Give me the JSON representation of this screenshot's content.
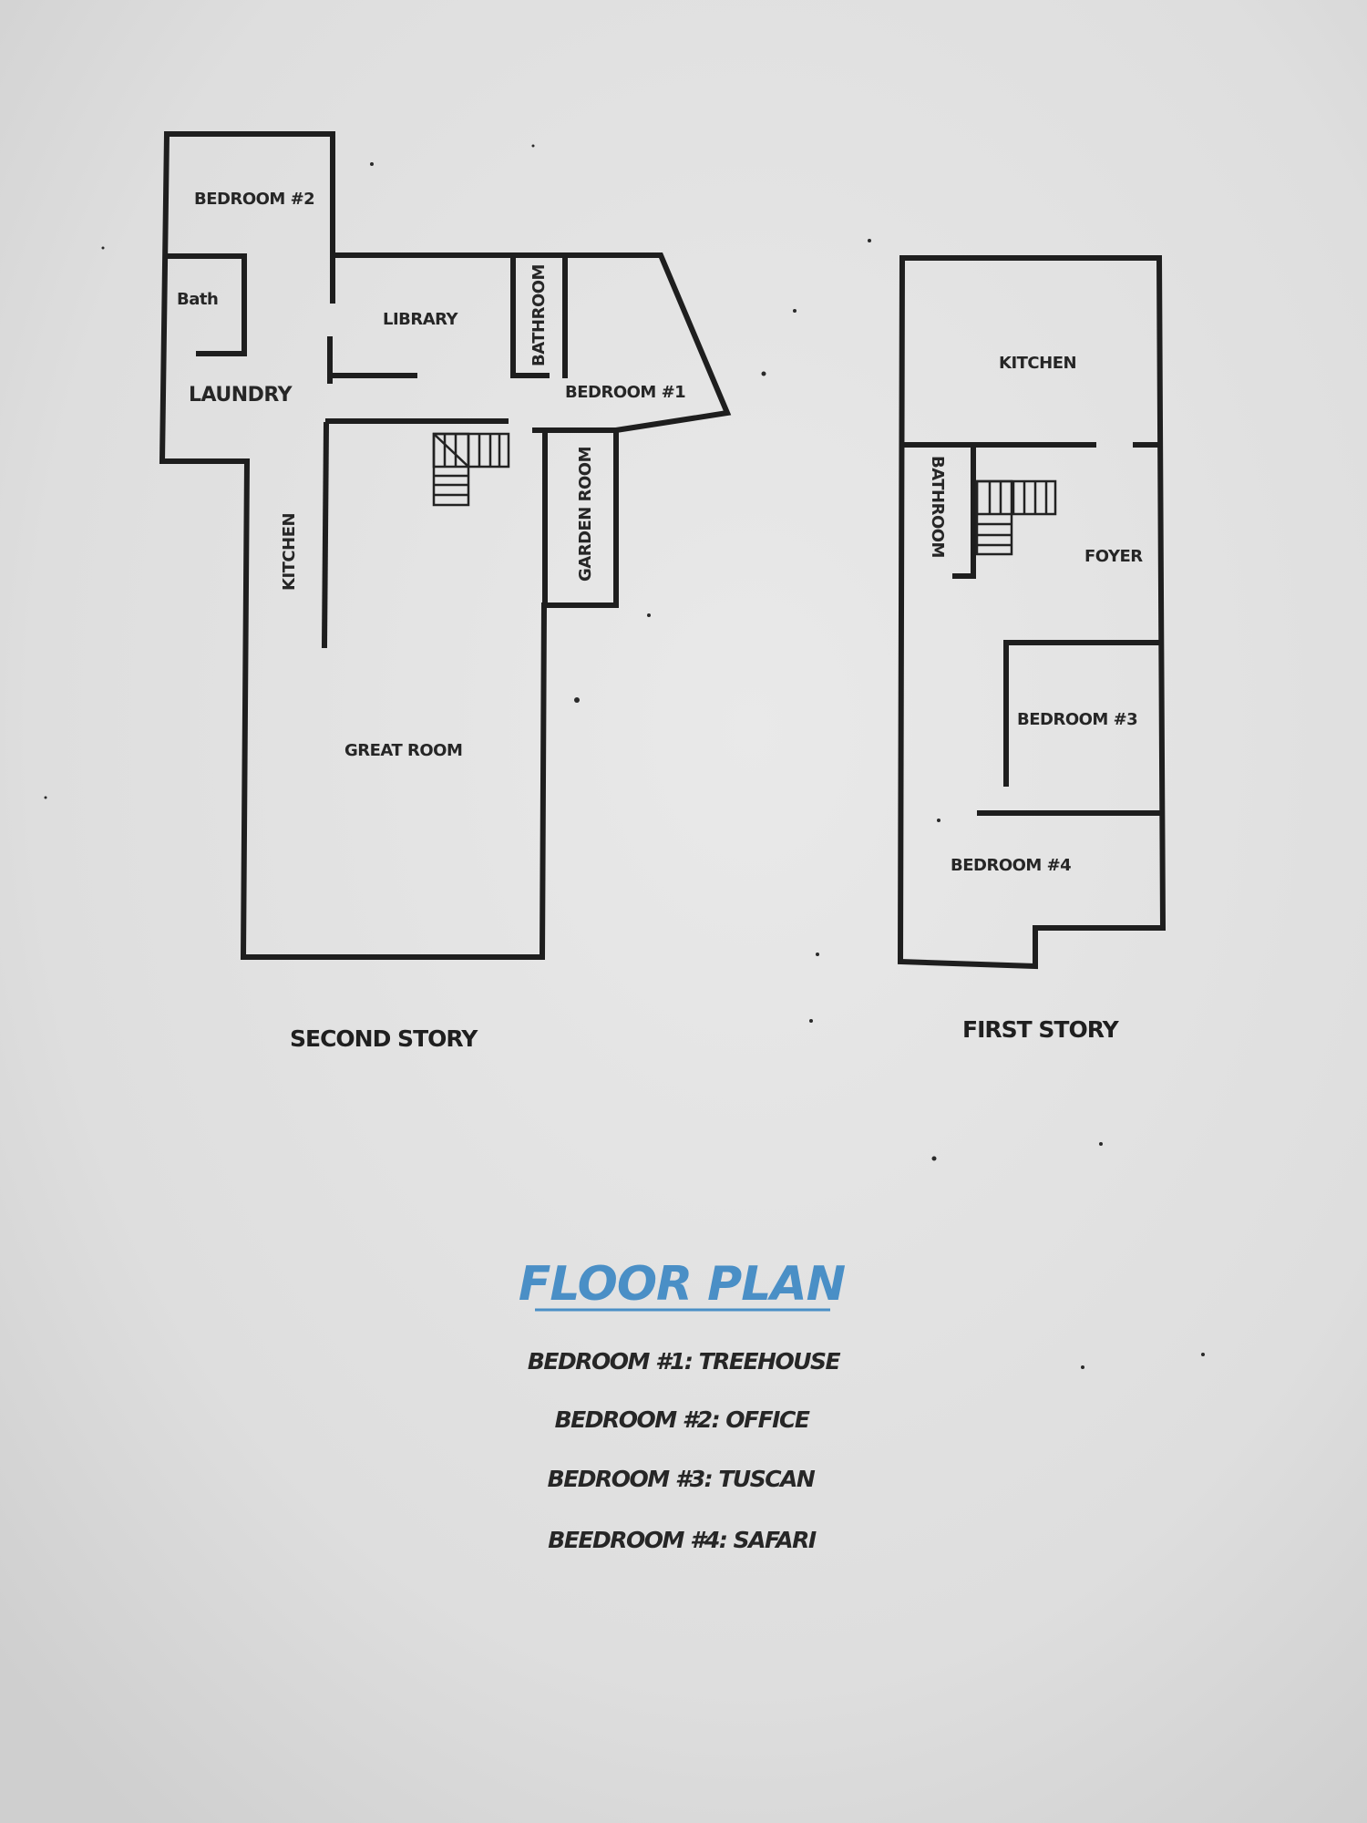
{
  "second_story": {
    "caption": "SECOND STORY",
    "rooms": {
      "bedroom2": "BEDROOM #2",
      "bath": "Bath",
      "laundry": "LAUNDRY",
      "library": "LIBRARY",
      "bathroom": "BATHROOM",
      "bedroom1": "BEDROOM #1",
      "kitchen": "KITCHEN",
      "garden_room": "GARDEN ROOM",
      "great_room": "GREAT ROOM"
    }
  },
  "first_story": {
    "caption": "FIRST STORY",
    "rooms": {
      "kitchen": "KITCHEN",
      "bathroom": "BATHROOM",
      "foyer": "FOYER",
      "bedroom3": "BEDROOM #3",
      "bedroom4": "BEDROOM #4"
    }
  },
  "title": {
    "text": "FLOOR PLAN",
    "color": "#4a8fc6"
  },
  "legend": [
    "BEDROOM #1: TREEHOUSE",
    "BEDROOM #2: OFFICE",
    "BEDROOM #3: TUSCAN",
    "BEEDROOM #4: SAFARI"
  ],
  "ink_color": "#1e1e1e"
}
